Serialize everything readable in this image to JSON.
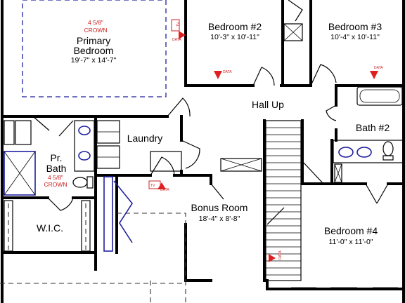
{
  "rooms": {
    "primary": {
      "ceiling": "4 5/8\"",
      "ceiling_type": "CROWN",
      "name_line1": "Primary",
      "name_line2": "Bedroom",
      "dims": "19'-7\" x 14'-7\""
    },
    "bed2": {
      "name": "Bedroom #2",
      "dims": "10'-3\" x 10'-11\""
    },
    "bed3": {
      "name": "Bedroom #3",
      "dims": "10'-4\" x 10'-11\""
    },
    "hall": {
      "name": "Hall Up"
    },
    "bath2": {
      "name": "Bath #2"
    },
    "laundry": {
      "name": "Laundry"
    },
    "prbath": {
      "name_line1": "Pr.",
      "name_line2": "Bath",
      "ceiling": "4 5/8\"",
      "ceiling_type": "CROWN"
    },
    "wic": {
      "name": "W.I.C."
    },
    "bonus": {
      "name": "Bonus Room",
      "dims": "18'-4\" x 8'-8\""
    },
    "bed4": {
      "name": "Bedroom #4",
      "dims": "11'-0\" x 11'-0\""
    }
  },
  "markers": {
    "tv_label": "TV",
    "data_label": "DATA"
  },
  "colors": {
    "walls": "#000000",
    "annotation_red": "#cc2222",
    "fixture_blue": "#1f1f9e"
  }
}
